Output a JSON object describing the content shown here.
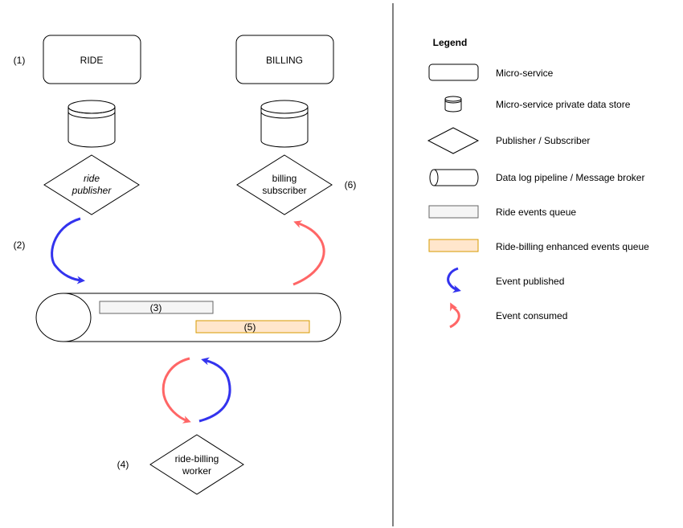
{
  "colors": {
    "published": "#3333ee",
    "consumed": "#ff6666",
    "ride_queue_fill": "#f5f5f5",
    "ride_queue_stroke": "#666666",
    "billing_queue_fill": "#ffe6cc",
    "billing_queue_stroke": "#d79b00",
    "divider": "#000000"
  },
  "steps": {
    "s1": "(1)",
    "s2": "(2)",
    "s3": "(3)",
    "s4": "(4)",
    "s5": "(5)",
    "s6": "(6)"
  },
  "services": {
    "ride": "RIDE",
    "billing": "BILLING"
  },
  "nodes": {
    "ride_publisher": [
      "ride",
      "publisher"
    ],
    "billing_subscriber": [
      "billing",
      "subscriber"
    ],
    "worker": [
      "ride-billing",
      "worker"
    ]
  },
  "legend": {
    "title": "Legend",
    "items": [
      "Micro-service",
      "Micro-service private data store",
      "Publisher / Subscriber",
      "Data log pipeline / Message broker",
      "Ride events queue",
      "Ride-billing enhanced events queue",
      "Event published",
      "Event consumed"
    ]
  }
}
